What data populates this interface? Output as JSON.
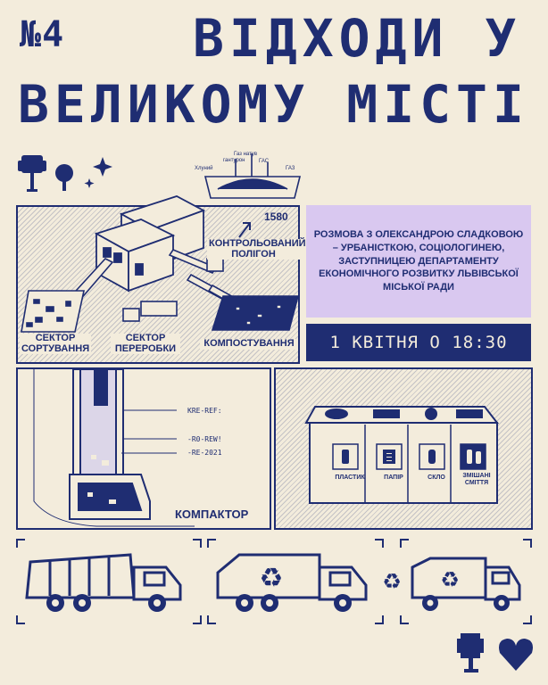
{
  "header": {
    "number": "№4",
    "title_line1": "ВІДХОДИ У",
    "title_line2": "ВЕЛИКОМУ МІСТІ"
  },
  "landfill": {
    "number": "1580",
    "gas_labels": [
      "Газ натув",
      "гантурон",
      "Хлуний",
      "ГАС",
      "ГАЗ"
    ],
    "controlled_landfill": "КОНТРОЛЬОВАНИЙ ПОЛІГОН",
    "sorting_sector": "СЕКТОР СОРТУВАННЯ",
    "processing_sector": "СЕКТОР ПЕРЕРОБКИ",
    "composting": "КОМПОСТУВАННЯ"
  },
  "event": {
    "description": "РОЗМОВА З ОЛЕКСАНДРОЮ СЛАДКОВОЮ – УРБАНІСТКОЮ, СОЦІОЛОГИНЕЮ, ЗАСТУПНИЦЕЮ ДЕПАРТАМЕНТУ ЕКОНОМІЧНОГО РОЗВИТКУ ЛЬВІВСЬКОЇ МІСЬКОЇ РАДИ",
    "date": "1 КВІТНЯ О 18:30"
  },
  "compactor": {
    "title": "КОМПАКТОР",
    "codes": [
      "KRE-REF:",
      "-R0-REW!",
      "-RE-2021"
    ]
  },
  "bins": {
    "labels": [
      "ПЛАСТИК",
      "ПАПІР",
      "СКЛО",
      "ЗМІШАНІ СМІТТЯ"
    ]
  },
  "colors": {
    "navy": "#1f2d72",
    "paper": "#f3ecdc",
    "lavender": "#d9c8f0"
  },
  "icons": [
    "tree-icon",
    "sparkle-icon",
    "recycle-icon",
    "heart-icon",
    "garbage-truck-icon"
  ]
}
